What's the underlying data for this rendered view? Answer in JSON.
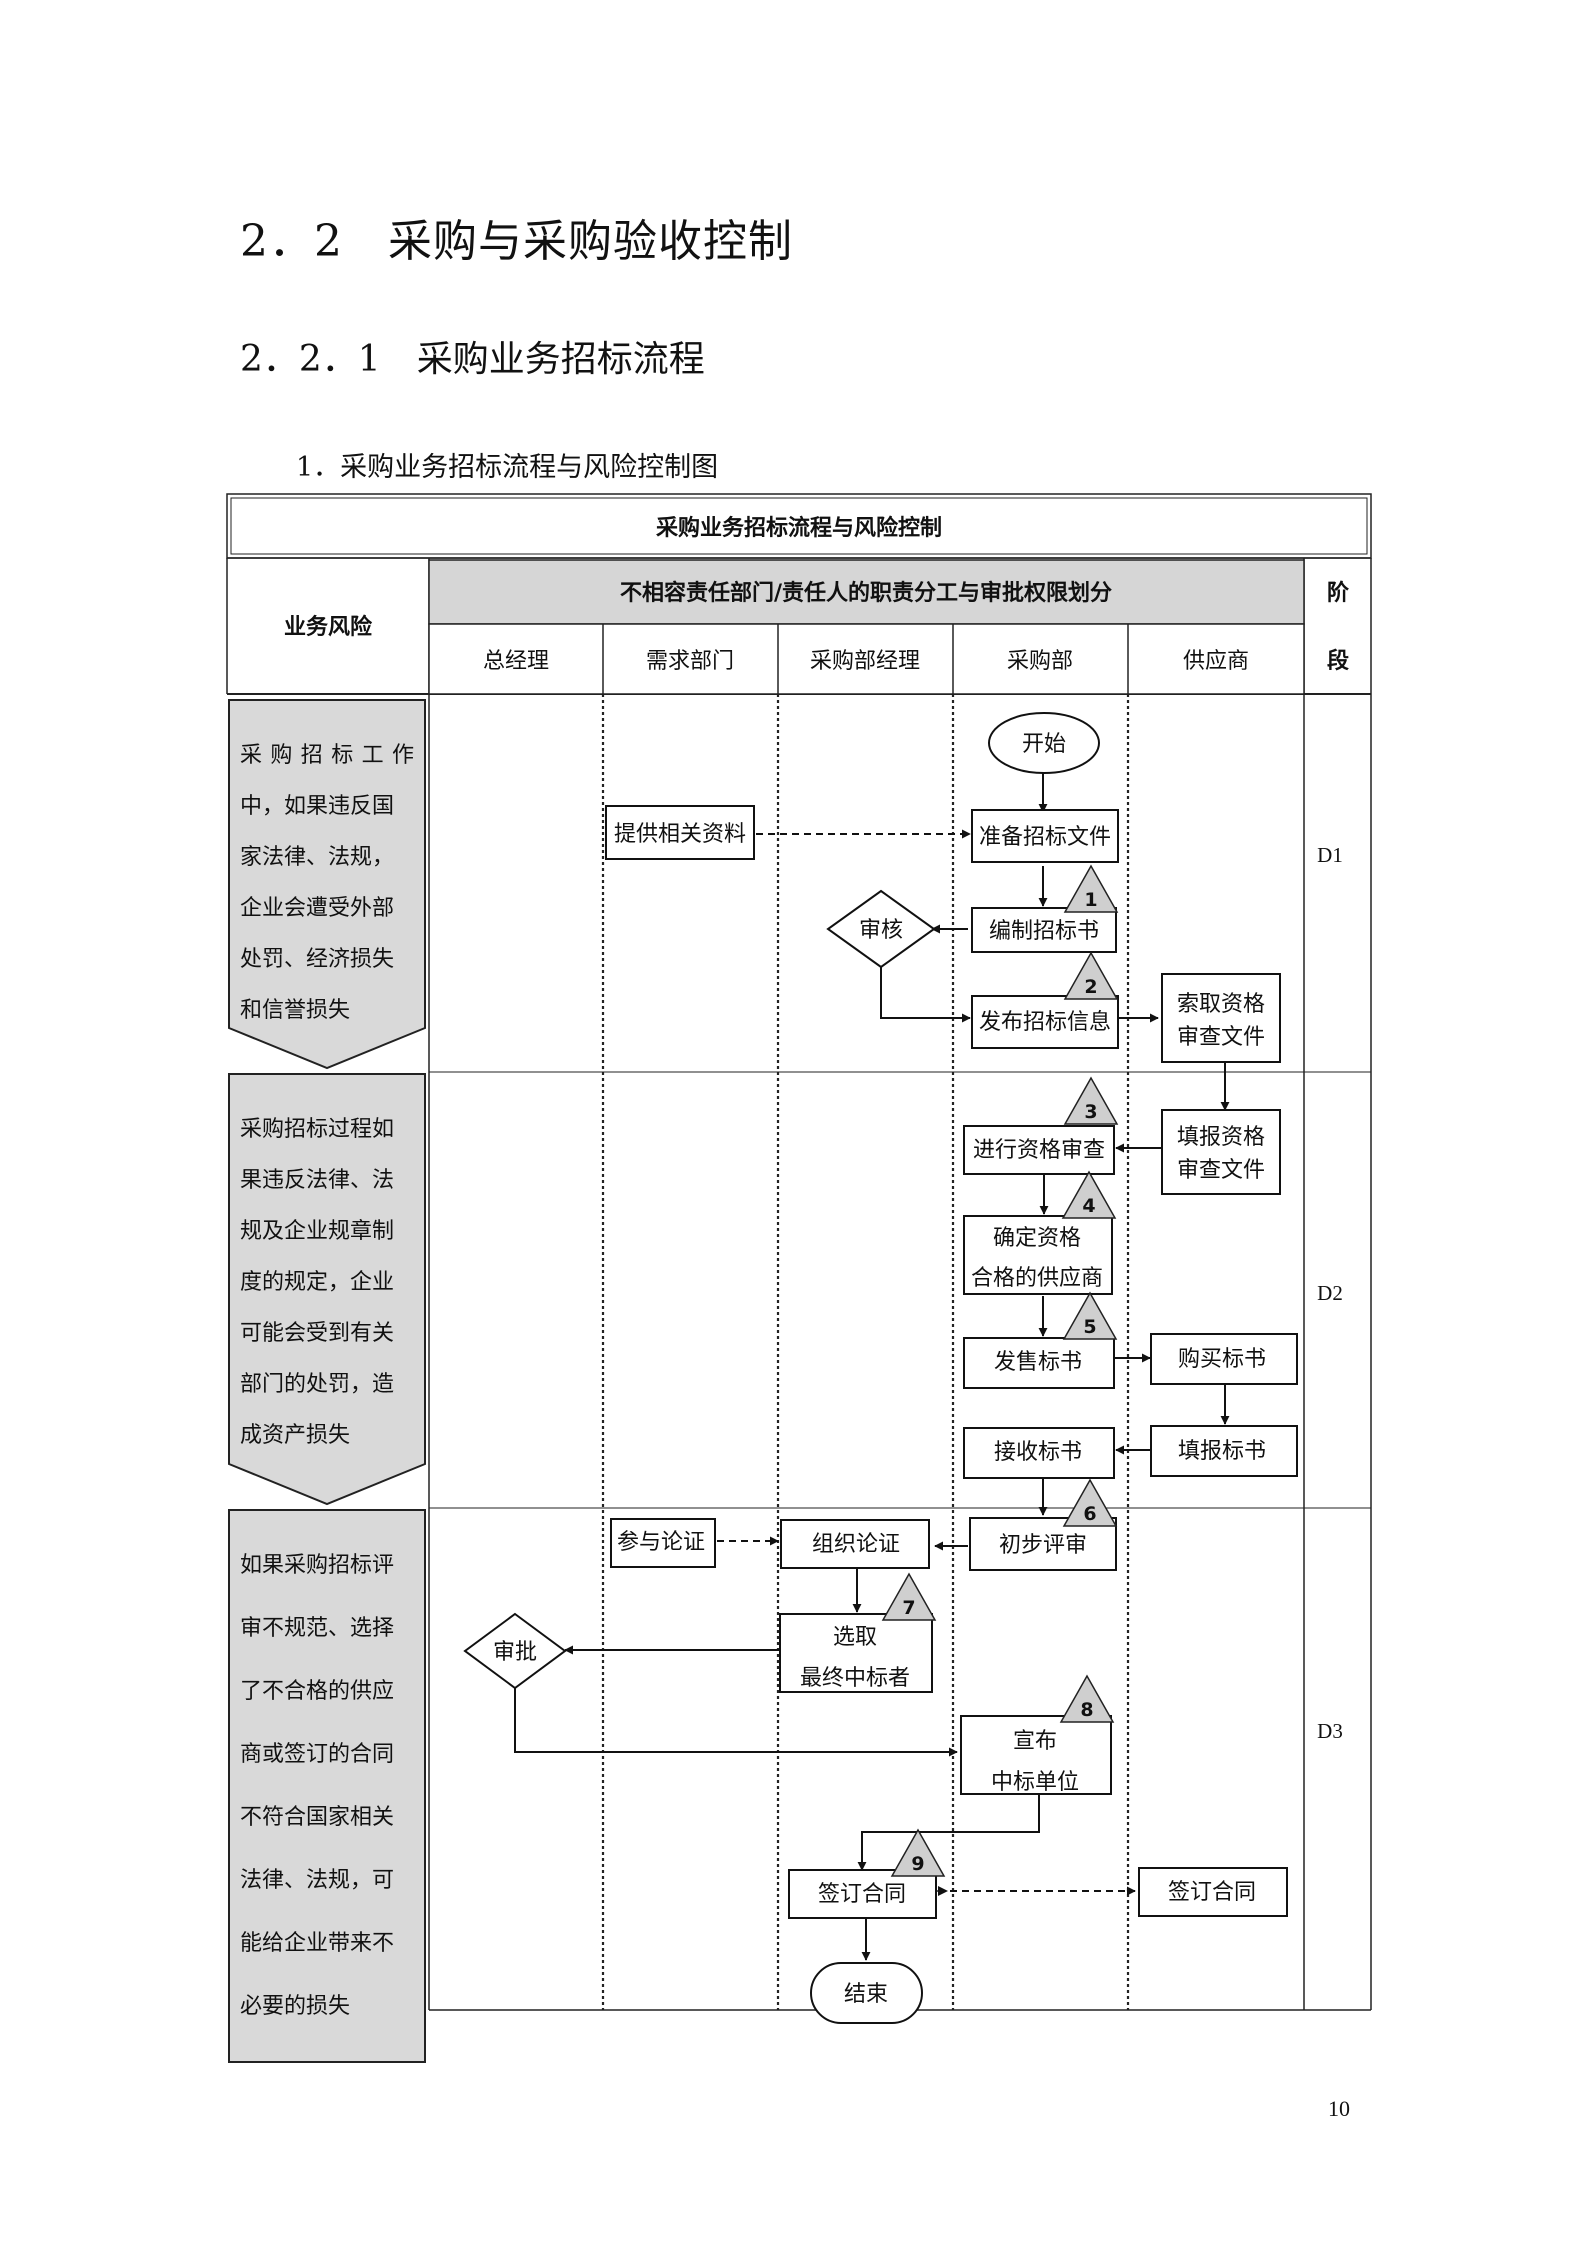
{
  "section": {
    "title": "2．2　采购与采购验收控制",
    "subtitle": "2．2．1　采购业务招标流程",
    "caption": "1．采购业务招标流程与风险控制图"
  },
  "table": {
    "title": "采购业务招标流程与风险控制",
    "risk_header": "业务风险",
    "division_header": "不相容责任部门/责任人的职责分工与审批权限划分",
    "stage_header": [
      "阶",
      "段"
    ],
    "lanes": [
      "总经理",
      "需求部门",
      "采购部经理",
      "采购部",
      "供应商"
    ],
    "stages": [
      "D1",
      "D2",
      "D3"
    ]
  },
  "risks": [
    [
      "采购招标工作",
      "中，如果违反国",
      "家法律、法规，",
      "企业会遭受外部",
      "处罚、经济损失",
      "和信誉损失"
    ],
    [
      "采购招标过程如",
      "果违反法律、法",
      "规及企业规章制",
      "度的规定，企业",
      "可能会受到有关",
      "部门的处罚，造",
      "成资产损失"
    ],
    [
      "如果采购招标评",
      "审不规范、选择",
      "了不合格的供应",
      "商或签订的合同",
      "不符合国家相关",
      "法律、法规，可",
      "能给企业带来不",
      "必要的损失"
    ]
  ],
  "nodes": {
    "start": "开始",
    "provide_info": "提供相关资料",
    "prepare_docs": "准备招标文件",
    "review": "审核",
    "compile_docs": "编制招标书",
    "publish": "发布招标信息",
    "request_qual": [
      "索取资格",
      "审查文件"
    ],
    "qual_check": "进行资格审查",
    "fill_qual": [
      "填报资格",
      "审查文件"
    ],
    "confirm_supplier": [
      "确定资格",
      "合格的供应商"
    ],
    "sell_docs": "发售标书",
    "buy_docs": "购买标书",
    "receive_bids": "接收标书",
    "fill_bids": "填报标书",
    "join_demo": "参与论证",
    "organize_demo": "组织论证",
    "initial_eval": "初步评审",
    "approve": "审批",
    "select_winner": [
      "选取",
      "最终中标者"
    ],
    "announce": [
      "宣布",
      "中标单位"
    ],
    "sign_contract": "签订合同",
    "supplier_sign": "签订合同",
    "end": "结束"
  },
  "control_points": [
    "1",
    "2",
    "3",
    "4",
    "5",
    "6",
    "7",
    "8",
    "9"
  ],
  "page_number": "10"
}
